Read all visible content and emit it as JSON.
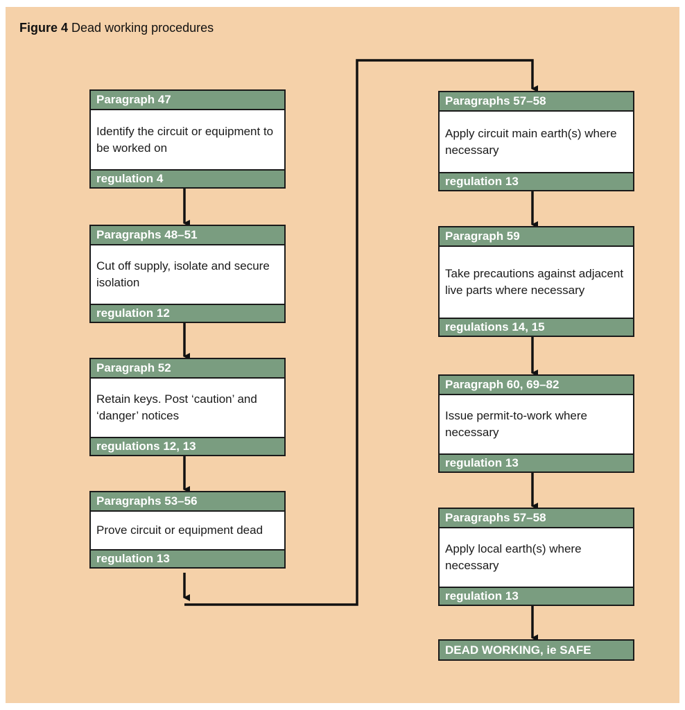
{
  "figure": {
    "number": "Figure 4",
    "title": "Dead working procedures"
  },
  "colors": {
    "background": "#f5d1a9",
    "header_fill": "#7a9d80",
    "box_fill": "#ffffff",
    "outline": "#1a1a1a"
  },
  "steps": [
    {
      "paragraph": "Paragraph 47",
      "text": "Identify the circuit or equipment to be worked on",
      "regulation": "regulation 4"
    },
    {
      "paragraph": "Paragraphs 48–51",
      "text": "Cut off supply, isolate and secure isolation",
      "regulation": "regulation 12"
    },
    {
      "paragraph": "Paragraph 52",
      "text": "Retain keys. Post ‘caution’ and ‘danger’ notices",
      "regulation": "regulations 12, 13"
    },
    {
      "paragraph": "Paragraphs 53–56",
      "text": "Prove circuit or equipment dead",
      "regulation": "regulation 13"
    },
    {
      "paragraph": "Paragraphs 57–58",
      "text": "Apply circuit main earth(s) where necessary",
      "regulation": "regulation 13"
    },
    {
      "paragraph": "Paragraph 59",
      "text": "Take precautions against adjacent live parts where necessary",
      "regulation": "regulations 14, 15"
    },
    {
      "paragraph": "Paragraph 60, 69–82",
      "text": "Issue permit-to-work where necessary",
      "regulation": "regulation 13"
    },
    {
      "paragraph": "Paragraphs 57–58",
      "text": "Apply local earth(s) where necessary",
      "regulation": "regulation 13"
    }
  ],
  "outcome": "DEAD WORKING, ie SAFE"
}
